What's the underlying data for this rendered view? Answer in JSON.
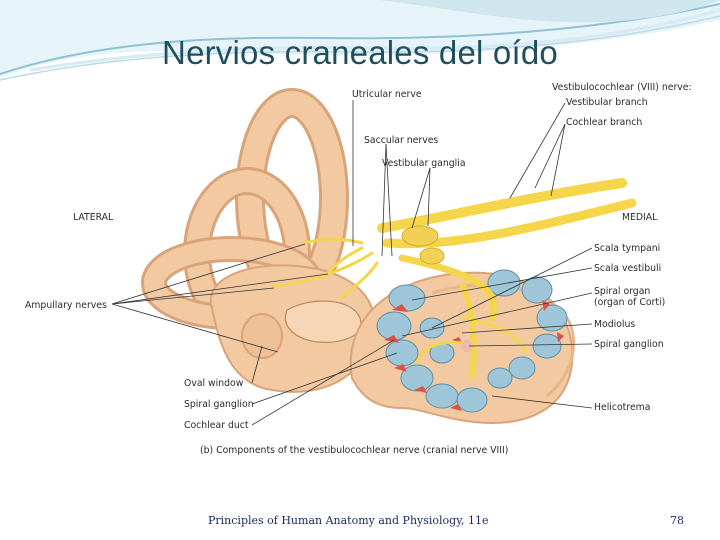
{
  "slide": {
    "title": "Nervios craneales del oído",
    "footer": "Principles of Human Anatomy and Physiology, 11e",
    "page_number": "78"
  },
  "figure": {
    "side_lateral": "LATERAL",
    "side_medial": "MEDIAL",
    "caption": "(b) Components of the vestibulocochlear nerve (cranial nerve VIII)",
    "labels": {
      "utricular_nerve": "Utricular nerve",
      "saccular_nerves": "Saccular nerves",
      "vestibular_ganglia": "Vestibular ganglia",
      "vestibulocochlear_nerve": "Vestibulocochlear (VIII) nerve:",
      "vestibular_branch": "Vestibular branch",
      "cochlear_branch": "Cochlear branch",
      "ampullary_nerves": "Ampullary nerves",
      "scala_tympani": "Scala tympani",
      "scala_vestibuli": "Scala vestibuli",
      "spiral_organ": "Spiral organ",
      "organ_of_corti": "(organ of Corti)",
      "modiolus": "Modiolus",
      "spiral_ganglion_right": "Spiral ganglion",
      "oval_window": "Oval window",
      "spiral_ganglion_left": "Spiral ganglion",
      "cochlear_duct": "Cochlear duct",
      "helicotrema": "Helicotrema"
    },
    "colors": {
      "bone": "#f2c9a0",
      "bone_shadow": "#d9a47a",
      "nerve": "#f5d64a",
      "scala": "#9fc6d8",
      "duct": "#d9534a"
    }
  }
}
